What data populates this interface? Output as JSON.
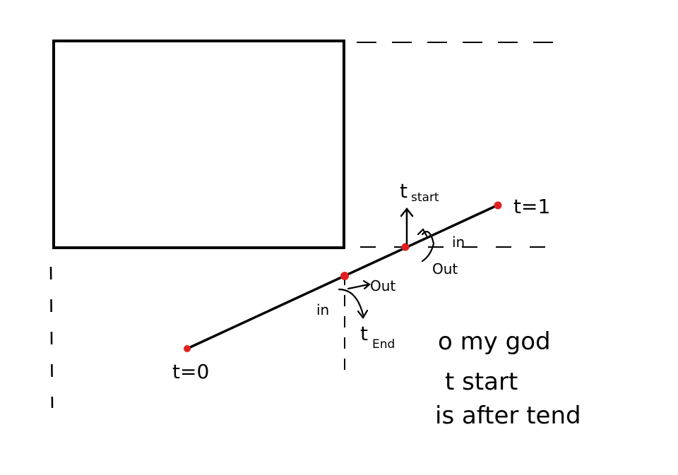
{
  "diagram": {
    "labels": {
      "t_zero": "t=0",
      "t_one": "t=1",
      "t_start_main": "t",
      "t_start_sub": "start",
      "t_end_main": "t",
      "t_end_sub": "End",
      "out_label": "Out",
      "in_label_left": "in",
      "in_label_right": "in",
      "out_label_right": "Out"
    },
    "note": {
      "line1": "o my god",
      "line2": "t start",
      "line3": "is after tend"
    },
    "colors": {
      "stroke": "#000000",
      "point": "#e02020",
      "background": "#ffffff"
    }
  }
}
